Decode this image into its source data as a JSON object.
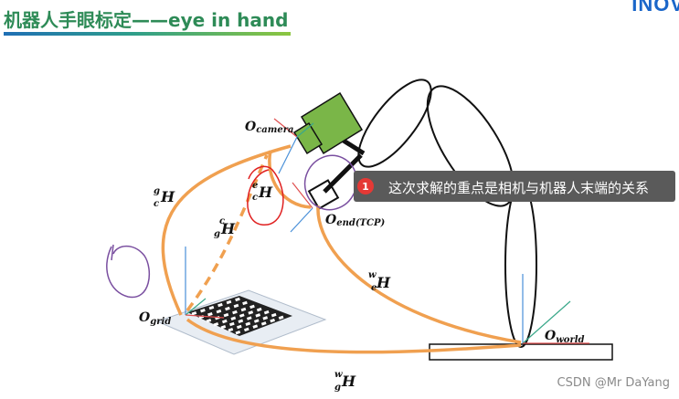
{
  "header": {
    "title": "机器人手眼标定——eye in hand",
    "brand": "INOV"
  },
  "diagram": {
    "labels": {
      "o_camera": "O",
      "o_camera_sub": "camera",
      "o_grid": "O",
      "o_grid_sub": "grid",
      "o_end": "O",
      "o_end_sub": "end(TCP)",
      "o_world": "O",
      "o_world_sub": "world",
      "g_c_H": "H",
      "g_c_H_sup": "g",
      "g_c_H_sub": "c",
      "c_g_H": "H",
      "c_g_H_sup": "c",
      "c_g_H_sub": "g",
      "e_c_H": "H",
      "e_c_H_sup": "e",
      "e_c_H_sub": "c",
      "w_e_H": "H",
      "w_e_H_sup": "w",
      "w_e_H_sub": "e",
      "w_g_H": "H",
      "w_g_H_sup": "w",
      "w_g_H_sub": "g"
    },
    "colors": {
      "camera": "#7ab648",
      "transform_curve": "#f0a050",
      "annotation_red": "#e02020",
      "annotation_purple": "#7a4fa0",
      "axis_red": "#e05050",
      "axis_blue": "#4a90d9",
      "axis_green": "#3aa88a"
    }
  },
  "tooltip": {
    "badge": "1",
    "text": "这次求解的重点是相机与机器人末端的关系"
  },
  "watermark": "CSDN @Mr DaYang"
}
